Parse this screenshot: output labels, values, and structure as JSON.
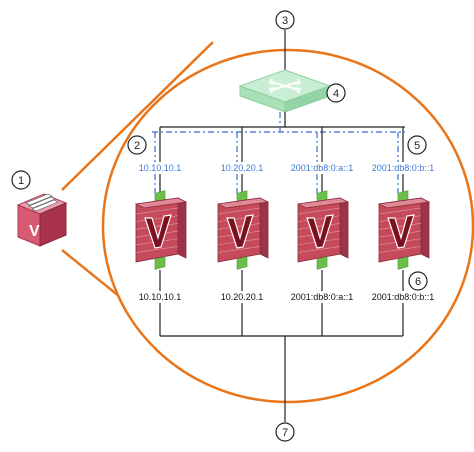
{
  "callouts": [
    "1",
    "2",
    "3",
    "4",
    "5",
    "6",
    "7"
  ],
  "firewalls": [
    {
      "top_ip": "10.10.10.1",
      "bottom_ip": "10.10.10.1"
    },
    {
      "top_ip": "10.20.20.1",
      "bottom_ip": "10.20.20.1"
    },
    {
      "top_ip": "2001:db8:0:a::1",
      "bottom_ip": "2001:db8:0:a::1"
    },
    {
      "top_ip": "2001:db8:0:b::1",
      "bottom_ip": "2001:db8:0:b::1"
    }
  ],
  "firewall_logo_letter": "V",
  "colors": {
    "orange": "#e8751a",
    "top_ip_blue": "#3a7ad6",
    "router_green": "#a8e0b8",
    "firewall_red": "#c44a5c",
    "port_green": "#6cc04a",
    "dashed_blue": "#3a6fd0"
  },
  "icons": [
    "vsys-icon",
    "router-icon",
    "firewall-icon"
  ]
}
